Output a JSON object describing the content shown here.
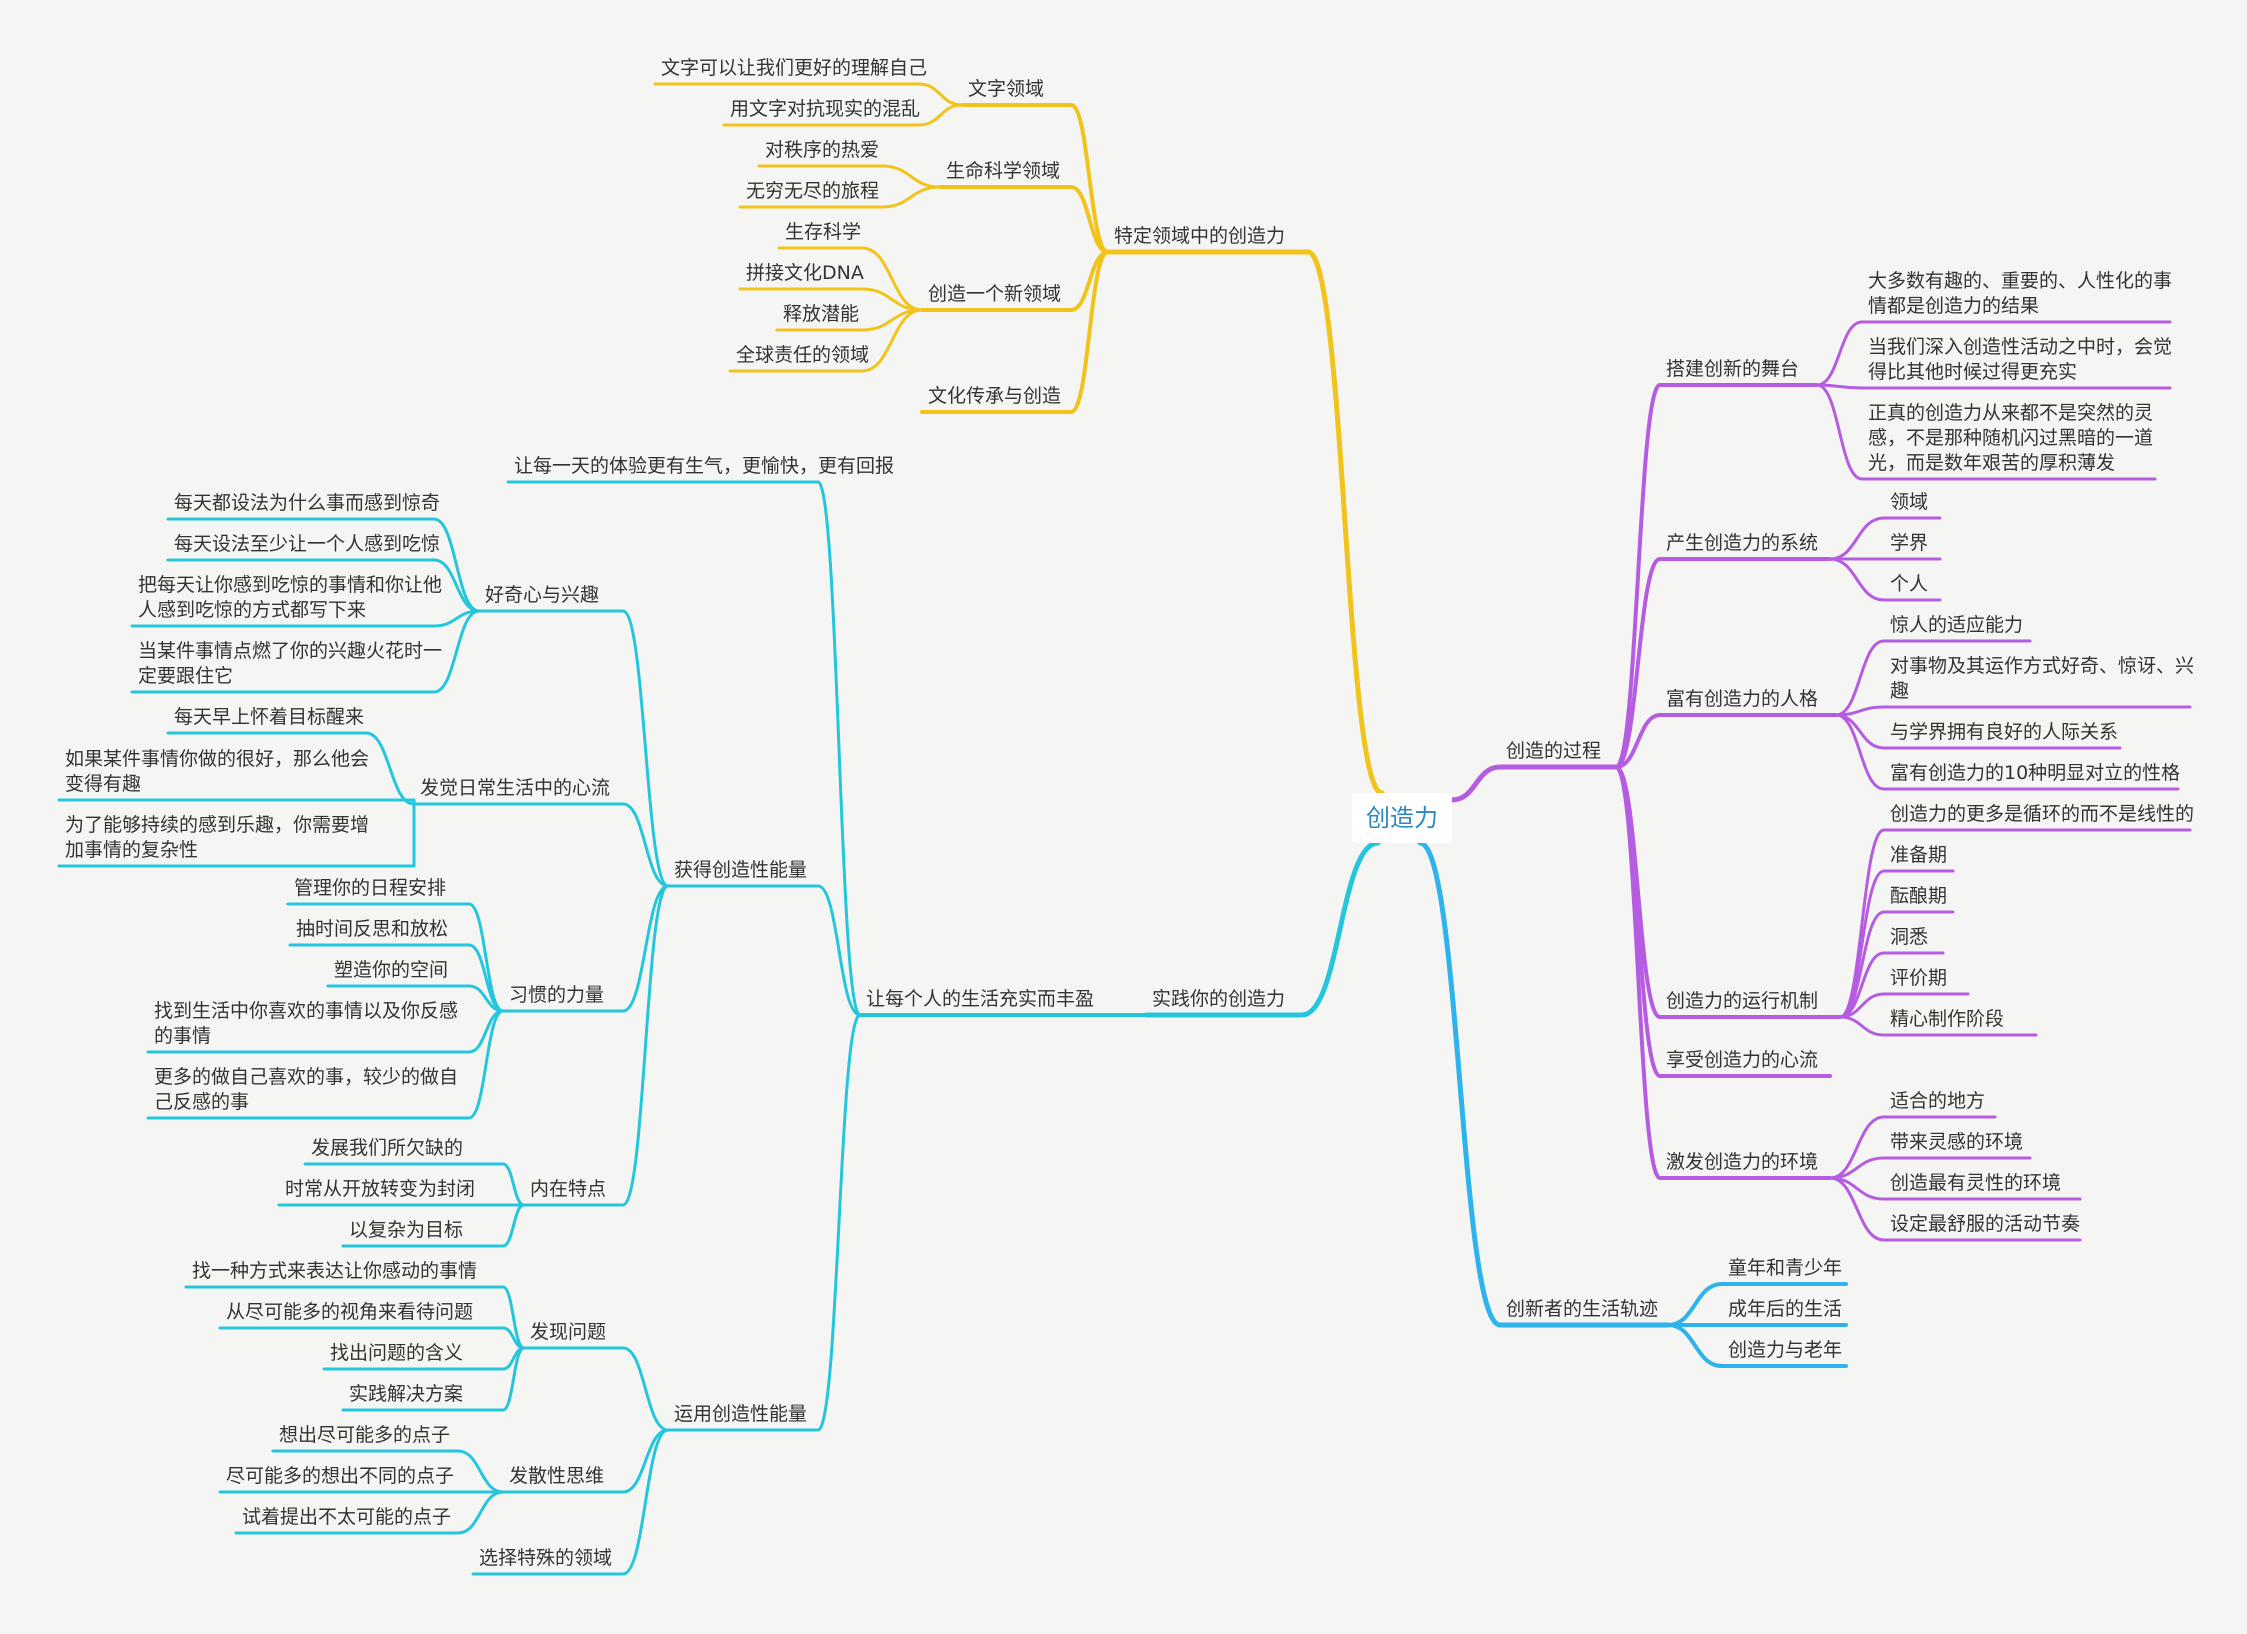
{
  "root": {
    "label": "创造力",
    "children": [
      {
        "label": "特定领域中的创造力",
        "color": "#f2c31c",
        "children": [
          {
            "label": "文字领域",
            "children": [
              {
                "label": "文字可以让我们更好的理解自己"
              },
              {
                "label": "用文字对抗现实的混乱"
              }
            ]
          },
          {
            "label": "生命科学领域",
            "children": [
              {
                "label": "对秩序的热爱"
              },
              {
                "label": "无穷无尽的旅程"
              }
            ]
          },
          {
            "label": "创造一个新领域",
            "children": [
              {
                "label": "生存科学"
              },
              {
                "label": "拼接文化DNA"
              },
              {
                "label": "释放潜能"
              },
              {
                "label": "全球责任的领域"
              }
            ]
          },
          {
            "label": "文化传承与创造"
          }
        ]
      },
      {
        "label": "实践你的创造力",
        "color": "#25c6dc",
        "children": [
          {
            "label": "让每个人的生活充实而丰盈",
            "children": [
              {
                "label": "让每一天的体验更有生气，更愉快，更有回报"
              },
              {
                "label": "获得创造性能量",
                "children": [
                  {
                    "label": "好奇心与兴趣",
                    "children": [
                      {
                        "label": "每天都设法为什么事而感到惊奇"
                      },
                      {
                        "label": "每天设法至少让一个人感到吃惊"
                      },
                      {
                        "label": "把每天让你感到吃惊的事情和你让他人感到吃惊的方式都写下来"
                      },
                      {
                        "label": "当某件事情点燃了你的兴趣火花时一定要跟住它"
                      }
                    ]
                  },
                  {
                    "label": "发觉日常生活中的心流",
                    "children": [
                      {
                        "label": "每天早上怀着目标醒来"
                      },
                      {
                        "label": "如果某件事情你做的很好，那么他会变得有趣"
                      },
                      {
                        "label": "为了能够持续的感到乐趣，你需要增加事情的复杂性"
                      }
                    ]
                  },
                  {
                    "label": "习惯的力量",
                    "children": [
                      {
                        "label": "管理你的日程安排"
                      },
                      {
                        "label": "抽时间反思和放松"
                      },
                      {
                        "label": "塑造你的空间"
                      },
                      {
                        "label": "找到生活中你喜欢的事情以及你反感的事情"
                      },
                      {
                        "label": "更多的做自己喜欢的事，较少的做自己反感的事"
                      }
                    ]
                  },
                  {
                    "label": "内在特点",
                    "children": [
                      {
                        "label": "发展我们所欠缺的"
                      },
                      {
                        "label": "时常从开放转变为封闭"
                      },
                      {
                        "label": "以复杂为目标"
                      }
                    ]
                  }
                ]
              },
              {
                "label": "运用创造性能量",
                "children": [
                  {
                    "label": "发现问题",
                    "children": [
                      {
                        "label": "找一种方式来表达让你感动的事情"
                      },
                      {
                        "label": "从尽可能多的视角来看待问题"
                      },
                      {
                        "label": "找出问题的含义"
                      },
                      {
                        "label": "实践解决方案"
                      }
                    ]
                  },
                  {
                    "label": "发散性思维",
                    "children": [
                      {
                        "label": "想出尽可能多的点子"
                      },
                      {
                        "label": "尽可能多的想出不同的点子"
                      },
                      {
                        "label": "试着提出不太可能的点子"
                      }
                    ]
                  },
                  {
                    "label": "选择特殊的领域"
                  }
                ]
              }
            ]
          }
        ]
      },
      {
        "label": "创造的过程",
        "color": "#b55ce0",
        "children": [
          {
            "label": "搭建创新的舞台",
            "children": [
              {
                "label": "大多数有趣的、重要的、人性化的事情都是创造力的结果"
              },
              {
                "label": "当我们深入创造性活动之中时，会觉得比其他时候过得更充实"
              },
              {
                "label": "正真的创造力从来都不是突然的灵感，不是那种随机闪过黑暗的一道光，而是数年艰苦的厚积薄发"
              }
            ]
          },
          {
            "label": "产生创造力的系统",
            "children": [
              {
                "label": "领域"
              },
              {
                "label": "学界"
              },
              {
                "label": "个人"
              }
            ]
          },
          {
            "label": "富有创造力的人格",
            "children": [
              {
                "label": "惊人的适应能力"
              },
              {
                "label": "对事物及其运作方式好奇、惊讶、兴趣"
              },
              {
                "label": "与学界拥有良好的人际关系"
              },
              {
                "label": "富有创造力的10种明显对立的性格"
              }
            ]
          },
          {
            "label": "创造力的运行机制",
            "children": [
              {
                "label": "创造力的更多是循环的而不是线性的"
              },
              {
                "label": "准备期"
              },
              {
                "label": "酝酿期"
              },
              {
                "label": "洞悉"
              },
              {
                "label": "评价期"
              },
              {
                "label": "精心制作阶段"
              }
            ]
          },
          {
            "label": "享受创造力的心流"
          },
          {
            "label": "激发创造力的环境",
            "children": [
              {
                "label": "适合的地方"
              },
              {
                "label": "带来灵感的环境"
              },
              {
                "label": "创造最有灵性的环境"
              },
              {
                "label": "设定最舒服的活动节奏"
              }
            ]
          }
        ]
      },
      {
        "label": "创新者的生活轨迹",
        "color": "#2fb3ec",
        "children": [
          {
            "label": "童年和青少年"
          },
          {
            "label": "成年后的生活"
          },
          {
            "label": "创造力与老年"
          }
        ]
      }
    ]
  }
}
